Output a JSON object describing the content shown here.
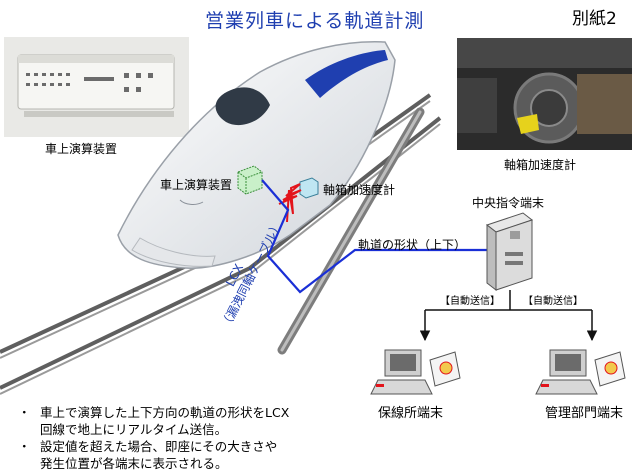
{
  "title": "営業列車による軌道計測",
  "doc_tag": "別紙2",
  "labels": {
    "onboard_device_photo": "車上演算装置",
    "onboard_device_callout": "車上演算装置",
    "axlebox_accel_callout": "軸箱加速度計",
    "axlebox_accel_photo": "軸箱加速度計",
    "central_terminal": "中央指令端末",
    "track_shape": "軌道の形状（上下）",
    "auto_send_left": "【自動送信】",
    "auto_send_right": "【自動送信】",
    "maintenance_terminal": "保線所端末",
    "management_terminal": "管理部門端末",
    "lcx_line1": "LCX",
    "lcx_line2": "（漏洩同軸ケーブル）"
  },
  "bullets": [
    {
      "marker": "・",
      "line1": "車上で演算した上下方向の軌道の形状をLCX",
      "line2": "回線で地上にリアルタイム送信。"
    },
    {
      "marker": "・",
      "line1": "設定値を超えた場合、即座にその大きさや",
      "line2": "発生位置が各端末に表示される。"
    }
  ],
  "colors": {
    "title": "#1f3fb0",
    "signal_line": "#1a2fd6",
    "burst": "#e3141b"
  }
}
